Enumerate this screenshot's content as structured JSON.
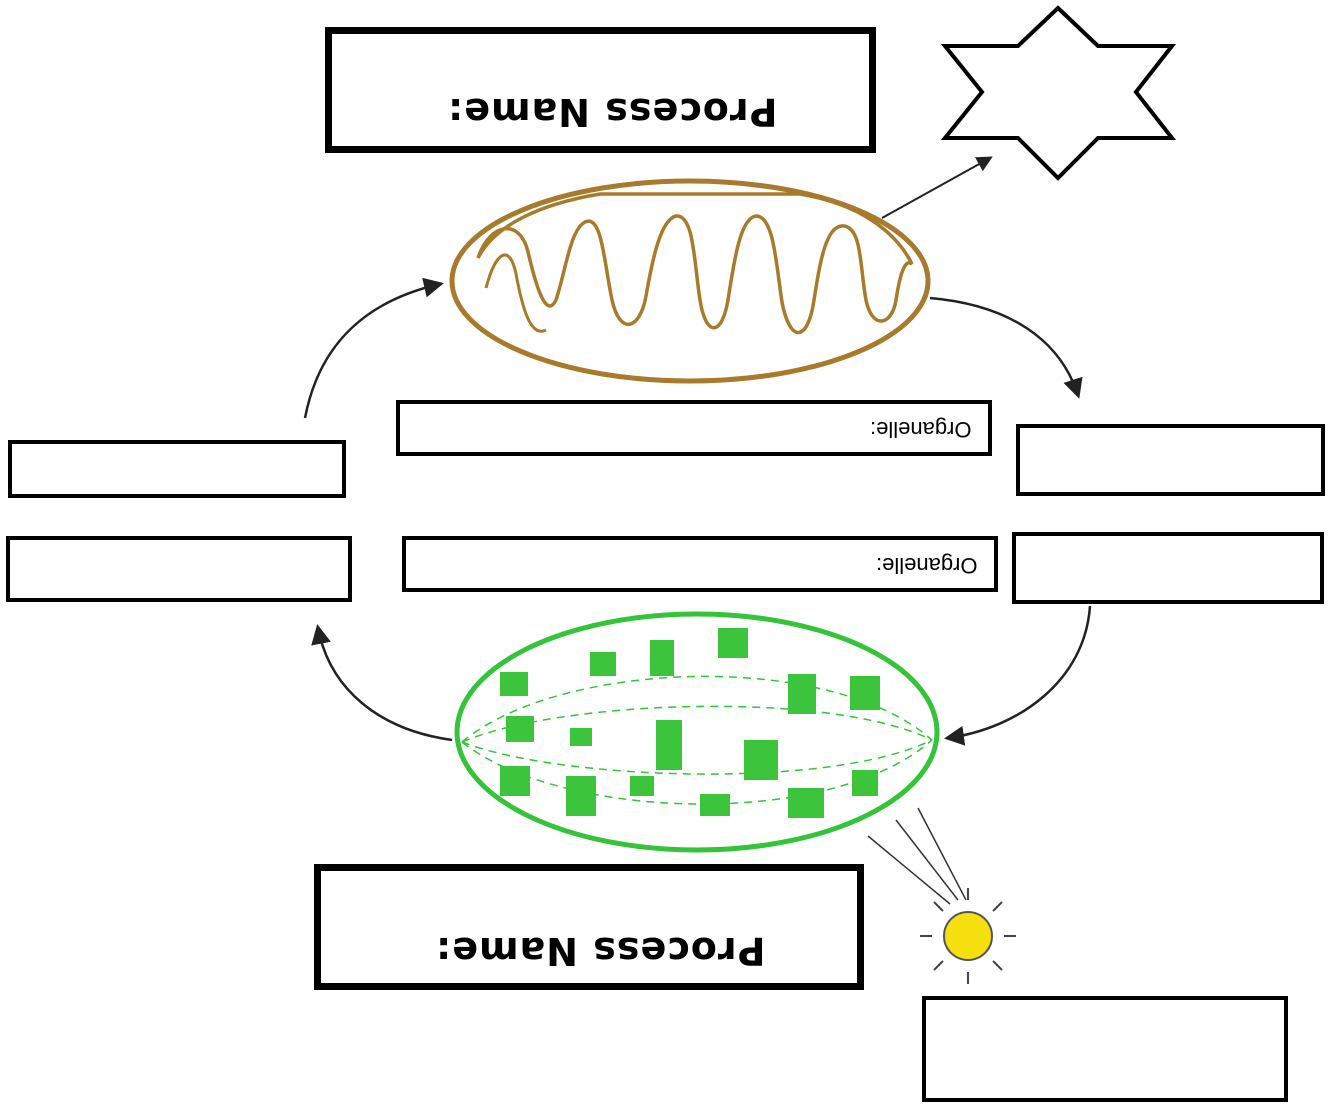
{
  "labels": {
    "process_name_top": "Process Name:",
    "process_name_bottom": "Process Name:",
    "organelle_top": "Organelle:",
    "organelle_bottom": "Organelle:"
  },
  "colors": {
    "mitochondrion": "#a87b2c",
    "chloroplast": "#33c43a",
    "sun": "#f6e010",
    "arrow": "#222222"
  },
  "icons": [
    "star-icon",
    "sun-icon",
    "mitochondrion-icon",
    "chloroplast-icon"
  ]
}
